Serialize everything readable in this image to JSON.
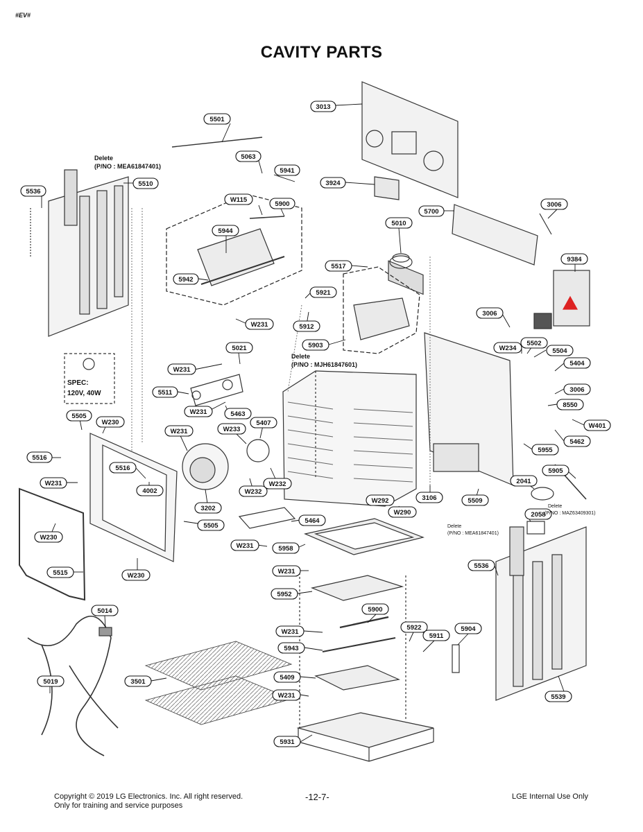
{
  "header": {
    "corner_mark": "#EV#",
    "title": "CAVITY PARTS"
  },
  "callouts": {
    "c5501": "5501",
    "c3013": "3013",
    "c5063": "5063",
    "c5941": "5941",
    "c5536a": "5536",
    "c5510": "5510",
    "c3924": "3924",
    "cW115": "W115",
    "c5900a": "5900",
    "c5700": "5700",
    "c3006a": "3006",
    "c5010": "5010",
    "c5944": "5944",
    "c9384": "9384",
    "c5517": "5517",
    "c5942": "5942",
    "c5921": "5921",
    "c3006b": "3006",
    "cW231a": "W231",
    "c5912": "5912",
    "c5021": "5021",
    "cW234": "W234",
    "c5502": "5502",
    "c5903": "5903",
    "c5504": "5504",
    "c5404": "5404",
    "cW231b": "W231",
    "c5511": "5511",
    "c3006c": "3006",
    "cW231c": "W231",
    "c5463": "5463",
    "c8550": "8550",
    "c5505a": "5505",
    "cW230a": "W230",
    "c5407": "5407",
    "cW401": "W401",
    "cW231d": "W231",
    "cW233": "W233",
    "c5462": "5462",
    "c5516a": "5516",
    "c5516b": "5516",
    "c5955": "5955",
    "c5905": "5905",
    "cW231e": "W231",
    "c4002": "4002",
    "c2041": "2041",
    "cW232a": "W232",
    "cW232b": "W232",
    "cW292": "W292",
    "c3106": "3106",
    "c5509": "5509",
    "c3202": "3202",
    "cW290": "W290",
    "c5505b": "5505",
    "c5464": "5464",
    "c2058": "2058",
    "cW230b": "W230",
    "cW231f": "W231",
    "c5958": "5958",
    "c5515": "5515",
    "cW230c": "W230",
    "c5536b": "5536",
    "cW231g": "W231",
    "c5952": "5952",
    "c5014": "5014",
    "c5900b": "5900",
    "c5904": "5904",
    "c5922": "5922",
    "cW231h": "W231",
    "c5911": "5911",
    "c5943": "5943",
    "c5019": "5019",
    "c3501": "3501",
    "c5409": "5409",
    "cW231i": "W231",
    "c5539": "5539",
    "c5931": "5931"
  },
  "notes": {
    "delete_label": "Delete",
    "delete_a_pno": "(P/NO : MEA61847401)",
    "delete_b_pno": "(P/NO : MJH61847601)",
    "delete_c_pno": "(P/NO : MEA61847401)",
    "delete_d_pno": "(P/NO : MAZ63409301)",
    "spec_line1": "SPEC:",
    "spec_line2": "120V, 40W"
  },
  "footer": {
    "copyright": "Copyright © 2019 LG Electronics. Inc. All right reserved.",
    "training": "Only for training and service purposes",
    "page_number": "-12-7-",
    "internal": "LGE Internal Use Only"
  }
}
